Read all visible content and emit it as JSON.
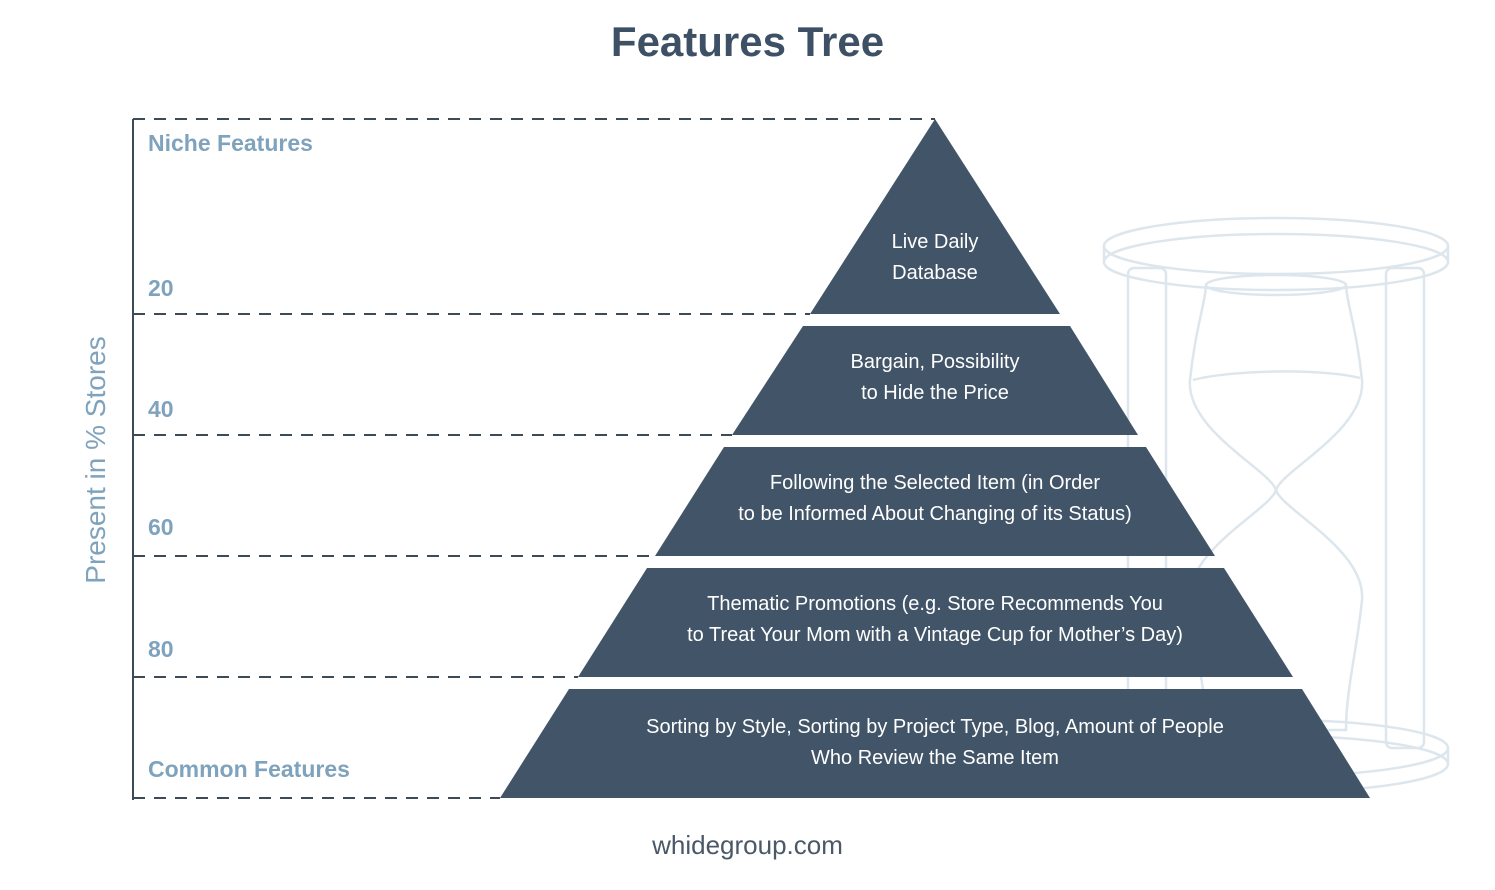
{
  "title": "Features Tree",
  "axis_title": "Present in % Stores",
  "footer": "whidegroup.com",
  "levels": {
    "top": "Niche Features",
    "l20": "20",
    "l40": "40",
    "l60": "60",
    "l80": "80",
    "bottom": "Common Features"
  },
  "tiers": [
    {
      "line1": "Live Daily",
      "line2": "Database"
    },
    {
      "line1": "Bargain, Possibility",
      "line2": "to Hide the Price"
    },
    {
      "line1": "Following the Selected Item (in Order",
      "line2": "to be Informed About Changing of its Status)"
    },
    {
      "line1": "Thematic Promotions (e.g. Store Recommends You",
      "line2": "to Treat Your Mom with a Vintage Cup for Mother’s Day)"
    },
    {
      "line1": "Sorting by Style, Sorting by Project Type, Blog, Amount of People",
      "line2": "Who Review the Same Item"
    }
  ],
  "colors": {
    "tier_fill": "#425568",
    "guide_line": "#3d4a57",
    "axis_label": "#7fa3bd",
    "title": "#3d5065",
    "hourglass": "#dde6ec"
  },
  "icons": [
    "hourglass-icon"
  ]
}
